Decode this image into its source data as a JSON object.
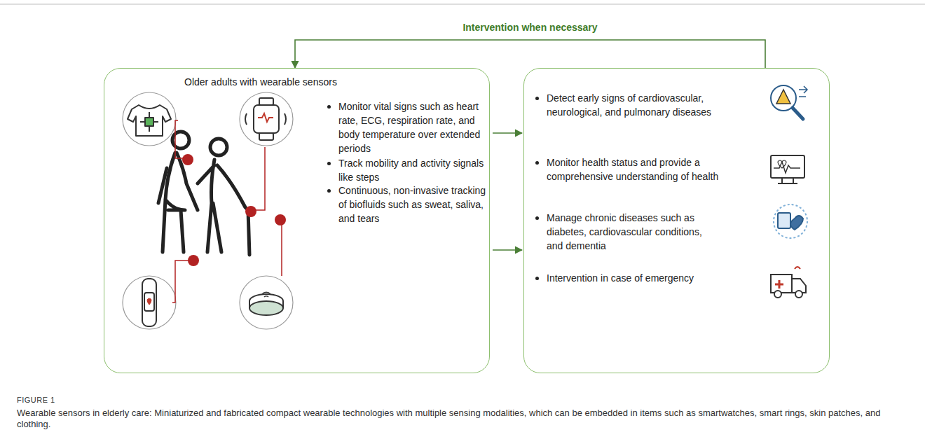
{
  "diagram": {
    "caption": "Wearable sensors in elderly care: Miniaturized and fabricated compact wearable technologies with multiple sensing modalities, which can be embedded in items such as smartwatches, smart rings, skin patches, and clothing.",
    "nodes": [
      {
        "text": [
          "Older adults with wearable sensors",
          "Monitor vital signs such as heart rate, ECG, respiration rate, and body temperature over extended periods",
          "Track mobility and activity signals like steps",
          "Continuous, non-invasive tracking of biofluids such as sweat, saliva, and tears"
        ]
      },
      {
        "text": [
          "Detect early signs of cardiovascular, neurological, and pulmonary diseases",
          "Monitor health status and provide a comprehensive understanding of health",
          "Manage chronic diseases such as diabetes, cardiovascular conditions, and dementia",
          "Intervention in case of emergency"
        ]
      }
    ],
    "edges": [
      {
        "from": 1,
        "to": 0,
        "arrow": "to",
        "label": "Intervention when necessary"
      },
      {
        "from": 0,
        "to": 1,
        "arrow": "to"
      },
      {
        "from": 0,
        "to": 1,
        "arrow": "to"
      }
    ],
    "labels": [
      "FIGURE 1"
    ]
  }
}
